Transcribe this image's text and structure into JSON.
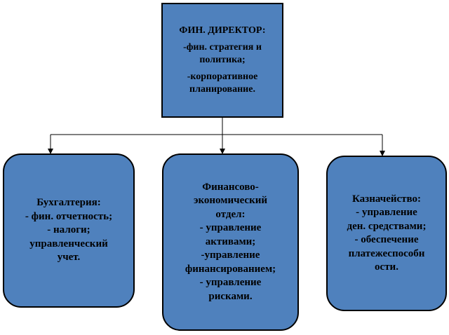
{
  "director": {
    "lines": [
      "ФИН. ДИРЕКТОР:",
      "-фин. стратегия и",
      "политика;",
      "-корпоративное",
      "планирование."
    ]
  },
  "departments": [
    {
      "lines": [
        "Бухгалтерия:",
        "- фин. отчетность;",
        "- налоги;",
        "управленческий",
        "учет."
      ]
    },
    {
      "lines": [
        "Финансово-",
        "экономический",
        "отдел:",
        "- управление",
        "активами;",
        "-управление",
        "финансированием;",
        "- управление",
        "рисками."
      ]
    },
    {
      "lines": [
        "Казначейство:",
        "- управление",
        "ден. средствами;",
        "- обеспечение",
        "платежеспособн",
        "ости."
      ]
    }
  ],
  "colors": {
    "box_fill": "#4f81bd",
    "box_border": "#000000",
    "connector": "#000000"
  }
}
